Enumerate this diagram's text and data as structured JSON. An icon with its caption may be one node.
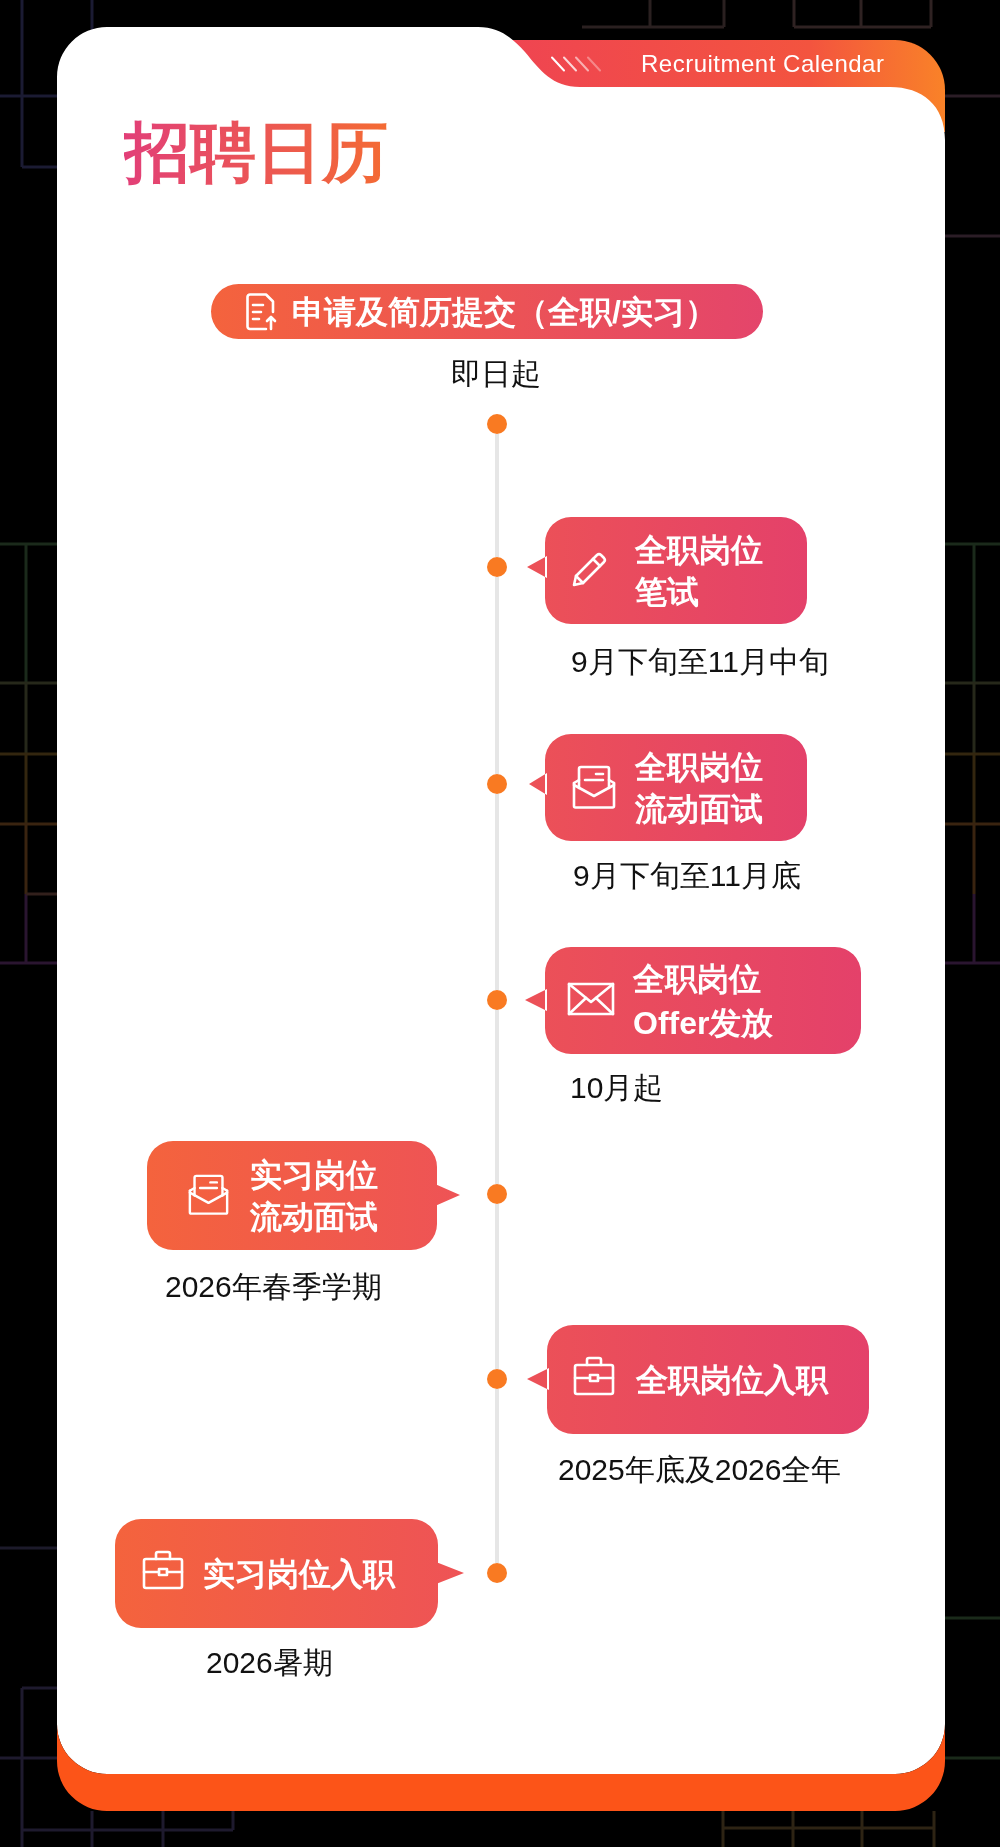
{
  "diagram": {
    "title": "招聘日历",
    "nodes": [
      {
        "text": [
          "申请及简历提交（全职/实习）"
        ],
        "beside": [
          "即日起"
        ]
      },
      {
        "text": [],
        "shape": "circle"
      },
      {
        "text": [
          "全职岗位笔试"
        ],
        "beside": [
          "9月下旬至11月中旬"
        ]
      },
      {
        "text": [],
        "shape": "circle"
      },
      {
        "text": [
          "全职岗位流动面试"
        ],
        "beside": [
          "9月下旬至11月底"
        ]
      },
      {
        "text": [],
        "shape": "circle"
      },
      {
        "text": [
          "全职岗位Offer发放"
        ],
        "beside": [
          "10月起"
        ]
      },
      {
        "text": [],
        "shape": "circle"
      },
      {
        "text": [
          "实习岗位流动面试"
        ],
        "beside": [
          "2026年春季学期"
        ]
      },
      {
        "text": [],
        "shape": "circle"
      },
      {
        "text": [
          "全职岗位入职"
        ],
        "beside": [
          "2025年底及2026全年"
        ]
      },
      {
        "text": [],
        "shape": "circle"
      },
      {
        "text": [
          "实习岗位入职"
        ],
        "beside": [
          "2026暑期"
        ]
      },
      {
        "text": [],
        "shape": "circle"
      }
    ],
    "edges": [
      {
        "from": 1,
        "to": 3,
        "arrow": "none"
      },
      {
        "from": 3,
        "to": 5,
        "arrow": "none"
      },
      {
        "from": 5,
        "to": 7,
        "arrow": "none"
      },
      {
        "from": 7,
        "to": 9,
        "arrow": "none"
      },
      {
        "from": 9,
        "to": 11,
        "arrow": "none"
      },
      {
        "from": 11,
        "to": 13,
        "arrow": "none"
      }
    ],
    "labels": [
      "Recruitment Calendar"
    ]
  }
}
